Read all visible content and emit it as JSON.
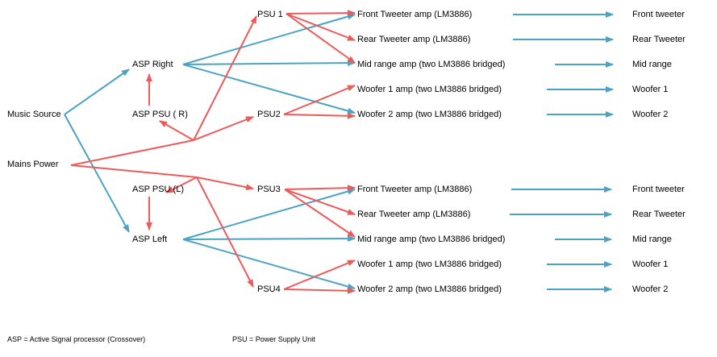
{
  "colors": {
    "signal": "#4aa3c4",
    "power": "#ec5b5b",
    "text": "#000000"
  },
  "nodes": {
    "music_source": "Music Source",
    "mains_power": "Mains Power",
    "asp_right": "ASP Right",
    "asp_psu_r": "ASP PSU ( R)",
    "asp_psu_l": "ASP PSU (L)",
    "asp_left": "ASP Left",
    "psu1": "PSU 1",
    "psu2": "PSU2",
    "psu3": "PSU3",
    "psu4": "PSU4"
  },
  "right_amps": [
    {
      "amp": "Front Tweeter amp (LM3886)",
      "speaker": "Front tweeter"
    },
    {
      "amp": "Rear Tweeter amp (LM3886)",
      "speaker": "Rear Tweeter"
    },
    {
      "amp": "Mid range amp (two LM3886 bridged)",
      "speaker": "Mid range"
    },
    {
      "amp": "Woofer 1 amp (two LM3886 bridged)",
      "speaker": "Woofer 1"
    },
    {
      "amp": "Woofer 2 amp (two LM3886 bridged)",
      "speaker": "Woofer 2"
    }
  ],
  "left_amps": [
    {
      "amp": "Front Tweeter amp (LM3886)",
      "speaker": "Front tweeter"
    },
    {
      "amp": "Rear Tweeter amp (LM3886)",
      "speaker": "Rear Tweeter"
    },
    {
      "amp": "Mid range amp (two LM3886 bridged)",
      "speaker": "Mid range"
    },
    {
      "amp": "Woofer 1 amp (two LM3886 bridged)",
      "speaker": "Woofer 1"
    },
    {
      "amp": "Woofer 2 amp (two LM3886 bridged)",
      "speaker": "Woofer 2"
    }
  ],
  "legend": {
    "asp": "ASP = Active Signal processor (Crossover)",
    "psu": "PSU = Power Supply Unit"
  }
}
